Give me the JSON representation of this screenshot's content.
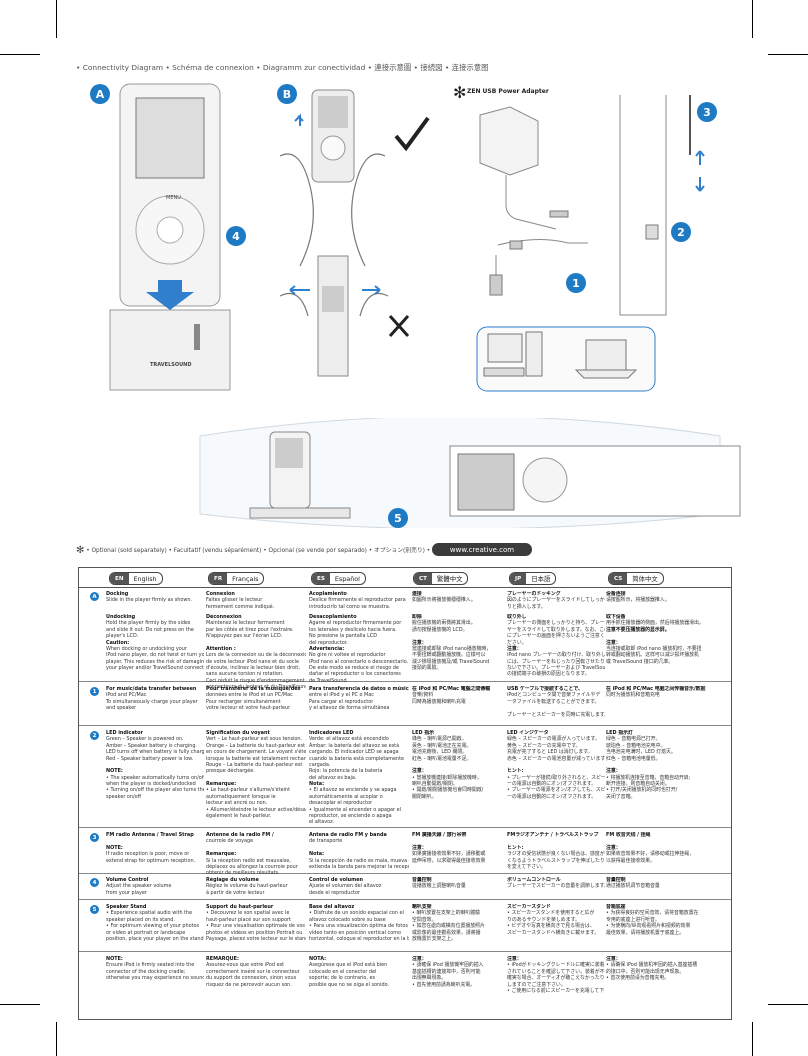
{
  "title": {
    "main": "• Connectivity Diagram • Schéma de connexion • Diagramm zur conectividad • 連接示意圖 • 接続図 • 连接示意图"
  },
  "badges": {
    "a": "A",
    "b": "B",
    "n1": "1",
    "n2": "2",
    "n3": "3",
    "n4": "4",
    "n5": "5"
  },
  "adapter_label": "ZEN USB Power Adapter",
  "player": {
    "menu": "MENU",
    "brand": "TRAVELSOUND"
  },
  "optional_note": "• Optional (sold separately) • Facultatif (vendu séparément) • Opcional (se vende por separado) • オプション(別売り) • 选购件(另行购买)",
  "website": "www.creative.com",
  "languages": [
    {
      "code": "EN",
      "name": "English"
    },
    {
      "code": "FR",
      "name": "Français"
    },
    {
      "code": "ES",
      "name": "Español"
    },
    {
      "code": "CT",
      "name": "繁體中文"
    },
    {
      "code": "JP",
      "name": "日本語"
    },
    {
      "code": "CS",
      "name": "简体中文"
    }
  ],
  "rows": {
    "a_icon": "A",
    "a1": {
      "en": "Docking\nSlide in the player firmly as shown.",
      "fr": "Connexion\nFaites glisser le lecteur\nfermement comme indiqué.",
      "es": "Acoplamiento\nDeslice firmemente el reproductor para\nintroducirlo tal como se muestra.",
      "ct": "連接\n如圖所示將播放機穩穩推入。",
      "jp": "プレーヤーのドッキング\n図のようにプレーヤーをスライドしてしっか\nりと挿入します。",
      "cs": "设备连接\n请按图所示，将播放器推入。"
    },
    "a2": {
      "en": "Undocking\nHold the player firmly by the sides\nand slide it out. Do not press on the\nplayer's LCD.\nCaution:\nWhen docking or undocking your\niPod nano player, do not twist or turn your\nplayer. This reduces the risk of damaging\nyour player and/or TravelSound connectors.",
      "fr": "Déconnexion\nMaintenez le lecteur fermement\npar les côtés et tirez pour l'extraire.\nN'appuyez pas sur l'écran LCD.\n\nAttention :\nLors de la connexion ou de la déconnexion\nde votre lecteur iPod nano et du socle\nd'écoute, inclinez le lecteur bien droit,\nsans aucune torsion ni rotation.\nCeci réduit le risque d'endommagement des\nconnecteurs du lecteur et du TravelSound",
      "es": "Desacoplamiento\nAgarre el reproductor firmemente por\nlos laterales y deslícelo hacia fuera.\nNo presione la pantalla LCD\ndel reproductor.\nAdvertencia:\nNo gire ni voltee el reproductor\niPod nano al conectarlo o desconectarlo.\nDe este modo se reduce el riesgo de\ndañar el reproductor o los conectores\nde TravelSound",
      "ct": "卸除\n握住播放機的兩側將其滑出。\n請勿按壓播放機的 LCD。\n\n注意：\n當連接或卸除 iPod nano播放機時，\n不要扭轉或翻動播放機。這樣可以\n減少損壞播放機及/或 TravelSound\n接頭的風險。",
      "jp": "取り外し\nプレーヤーの側面をしっかりと持ち、プレー\nヤーをスライドして取り外します。なお、この際\nにプレーヤーの画面を押さないようご注意く\nださい。\n注意：\niPod nano プレーヤーの取り付け、取り外し時\nには、プレーヤーをねじったり回転させたりし\nないで下さい。プレーヤーおよび TravelSound\nの接続端子の破損の原因となります。",
      "cs": "取下设备\n用手抓住播放器的侧面，然后将播放器滑出。\n注意不要压播放器的显示屏。\n\n注意：\n当连接或取卸 iPod nano 播放机时，不要扭\n转或翻动播放机。这样可以减少损坏播放机\n或 TravelSound 接口的几率。"
    },
    "r1": {
      "icon": "1",
      "en": "For music/data transfer between\niPod and PC/Mac\nTo simultaneously charge your player\nand speaker",
      "fr": "Pour transférer de la musique/des\ndonnées entre le iPod et un PC/Mac\nPour recharger simultanément\nvotre lecteur et votre haut-parleur",
      "es": "Para transferencia de datos o música\nentre el iPod y el PC o Mac\nPara cargar el reproductor\ny el altavoz de forma simultánea",
      "ct": "在 iPod 和 PC/Mac 電腦之間傳輸\n音樂/資料\n同時為播放機和喇叭充電",
      "jp": "USB ケーブルで接続することで、\niPodとコンピュータ間で音楽ファイルやデ\nータファイルを転送することができます。\n\nプレーヤーとスピーカーを同時に充電します。",
      "cs": "在 iPod 和 PC/Mac 电脑之间传输音乐/数据\n同时为播放机和音箱充电"
    },
    "r2": {
      "icon": "2",
      "en": "LED indicator\nGreen – Speaker is powered on.\nAmber – Speaker battery is charging.\nLED turns off when battery is fully charged.\nRed – Speaker battery power is low.\n\nNOTE:\n• The speaker automatically turns on/off\n  when the player is docked/undocked\n• Turning on/off the player also turns the\n  speaker on/off",
      "fr": "Signification du voyant\nVert – Le haut-parleur est sous tension.\nOrange – La batterie du haut-parleur est\nen cours de chargement. Le voyant s'éteint\nlorsque la batterie est totalement rechargée.\nRouge – La batterie du haut-parleur est\npresque déchargée.\n\nRemarque:\n• Le haut-parleur s'allume/s'éteint\n  automatiquement lorsque le\n  lecteur est ancré ou non.\n• Allumer/éteindre le lecteur active/désactive\n  également  le haut-parleur.",
      "es": "Indicadores LED\nVerde: el altavoz está encendido\nÁmbar: la batería del altavoz se está\ncargando. El indicador LED se apaga\ncuando la batería está completamente\ncargada.\nRojo: la potencia de la batería\ndel altavoz es baja.\nNota:\n• El altavoz se enciende y se apaga\n  automáticamente al acoplar o\n  desacoplar el reproductor\n• Igualmente al encender o apagar el\n  reproductor, se enciende o apaga\n  el altavoz.",
      "ct": "LED 指示\n綠色 – 喇叭電源已開啟。\n黃色 – 喇叭電池正在充電。\n         電池充飽後，LED 關閉。\n紅色 – 喇叭電池電量不足。\n\n注意：\n• 當播放機連接/卸除播放機時，\n  喇叭自動開啟/關閉。\n• 開啟/關閉播放機也會同時開啟/\n  關閉喇叭。",
      "jp": "LED インジケータ\n緑色 – スピーカーの電源が入っています。\n黄色 – スピーカーの充電中です。\n       充電が完了すると LED は消灯します。\n赤色 – スピーカーの電池容量が減っています。\n\nヒント:\n• プレーヤーが接続/取り外されると、スピーカ\n  ーの電源は自動的にオン/オフされます。\n• プレーヤーの電源をオン/オフしても、スピーカ\n  ーの電源は自動的にオン/オフされます。",
      "cs": "LED 指示灯\n绿色 – 音箱电源已打开。\n琥珀色 – 音箱电池充电中。\n           当电池充电满时，LED 灯熄灭。\n红色 – 音箱电池电量低。\n\n注意：\n• 将播放机连接至音箱，音箱自动开启;\n  断开连接，则音箱自动关闭。\n• 打开/关闭播放机的同时也打开/\n  关闭了音箱。"
    },
    "r3": {
      "icon": "3",
      "en": "FM radio Antenna / Travel Strap\n\nNOTE:\nIf radio reception is poor, move or\nextend strap for optimum reception.",
      "fr": "Antenne de la radio FM /\ncourroie de voyage\n\nRemarque:\nSi la réception radio est mauvaise,\ndéplacez ou allongez la courroie pour\nobtenir de meilleurs résultats.",
      "es": "Antena de radio FM y banda\nde transporte\n\nNota:\nSi la recepción de radio es mala, mueva o\nextienda la banda para mejorar la recepción.",
      "ct": "FM 廣播天線 / 旅行吊帶\n\n注意：\n如果廣播接收效果不好，請移動或\n延伸吊帶，以求取得最佳接收效果",
      "jp": "FMラジオアンテナ / トラベルストラップ\n\nヒント:\nラジオの受信状態が良くない場合は、感度が良\nくなるようトラベルストラップを伸ばしたり向き\nを変えて下さい。",
      "cs": "FM 收音天线 / 挂绳\n\n注意：\n如果收音效果不好，请移动或拉伸挂绳，\n以获得最佳接收效果。"
    },
    "r4": {
      "icon": "4",
      "en": "Volume Control\nAdjust the speaker volume\nfrom your player",
      "fr": "Réglage du volume\nRéglez le volume du haut-parleur\nà partir de votre lecteur",
      "es": "Control de volumen\nAjuste el volumen del altavoz\ndesde el reproductor",
      "ct": "音量控制\n從播放機上調整喇叭音量",
      "jp": "ボリュームコントロール\nプレーヤーでスピーカーの音量を調節します。",
      "cs": "音量控制\n通过播放机调节音箱音量"
    },
    "r5": {
      "icon": "5",
      "en": "Speaker Stand\n• Experience spatial audio with the\n  speaker placed on its stand.\n• For optimum viewing of your photos\n  or video at portrait or landscape\n  position, place your player on the stand.",
      "fr": "Support du haut-parleur\n• Découvrez le son spatial avec le\n  haut-parleur placé sur son support\n• Pour une visualisation optimale de vos\n  photos et vidéos en position Portrait ou\n  Paysage, placez votre lecteur sur le stand.",
      "es": "Base del altavoz\n• Disfrute de un sonido espacial con el\n  altavoz colocado sobre su base\n• Para una visualización óptima de fotos y\n  vídeo tanto en posición vertical como\n  horizontal, coloque el reproductor en la base",
      "ct": "喇叭支架\n• 喇叭放置在支架上的喇叭體驗\n  空間音效。\n• 如您在處向或橫向位置播放照片\n  或影像的最佳觀看效果，請將播\n  放機置於支架之上。",
      "jp": "スピーカースタンド\n• スピーカースタンドを使用すると広が\n  りのあるサウンドを楽しめます。\n• ビデオや写真を横向きで見る場合は、\n  スピーカースタンドへ横向きに載せます。",
      "cs": "音箱底座\n• 为获得良好的空间音效，请将音箱放置在\n  专用的底座上进行听音。\n• 为使横向/纵向观看照片和视频的效果\n  最佳效果，请将播放机置于底座上。"
    },
    "r6": {
      "en": "NOTE:\nEnsure iPod is firmly seated into the\nconnector of the docking cradle;\notherwise you may experience no sound.",
      "fr": "REMARQUE:\nAssurez-vous que votre iPod est\ncorrectement inséré sur le connecteur\ndu support de connexion, sinon vous\nrisquez de ne percevoir aucun son.",
      "es": "NOTA:\nAsegúrese que el iPod está bien\ncolocado en el conector del\nsoporte; de lo contrario, es\nposible que no se oiga el sonido.",
      "ct": "注意：\n• 請確保 iPod 播放機牢固的插入\n  基座插槽的連接埠中，否則可能\n  出現無聲現象。\n• 首先使用前請為喇叭充電。",
      "jp": "注意：\n• iPodがドッキングクレードルに確実に装着\n  されていることを確認して下さい。装着が不\n  確実な場合、オーディオが聴こえなかったり\n  しますのでご注意下さい。\n• ご使用になる前にスピーカーを充電して下さい。",
      "cs": "注意：\n• 请确保 iPod 播放机牢固的插入基座插槽\n  的接口中，否则可能出现无声现象。\n• 首次使用前请为音箱充电。"
    }
  }
}
